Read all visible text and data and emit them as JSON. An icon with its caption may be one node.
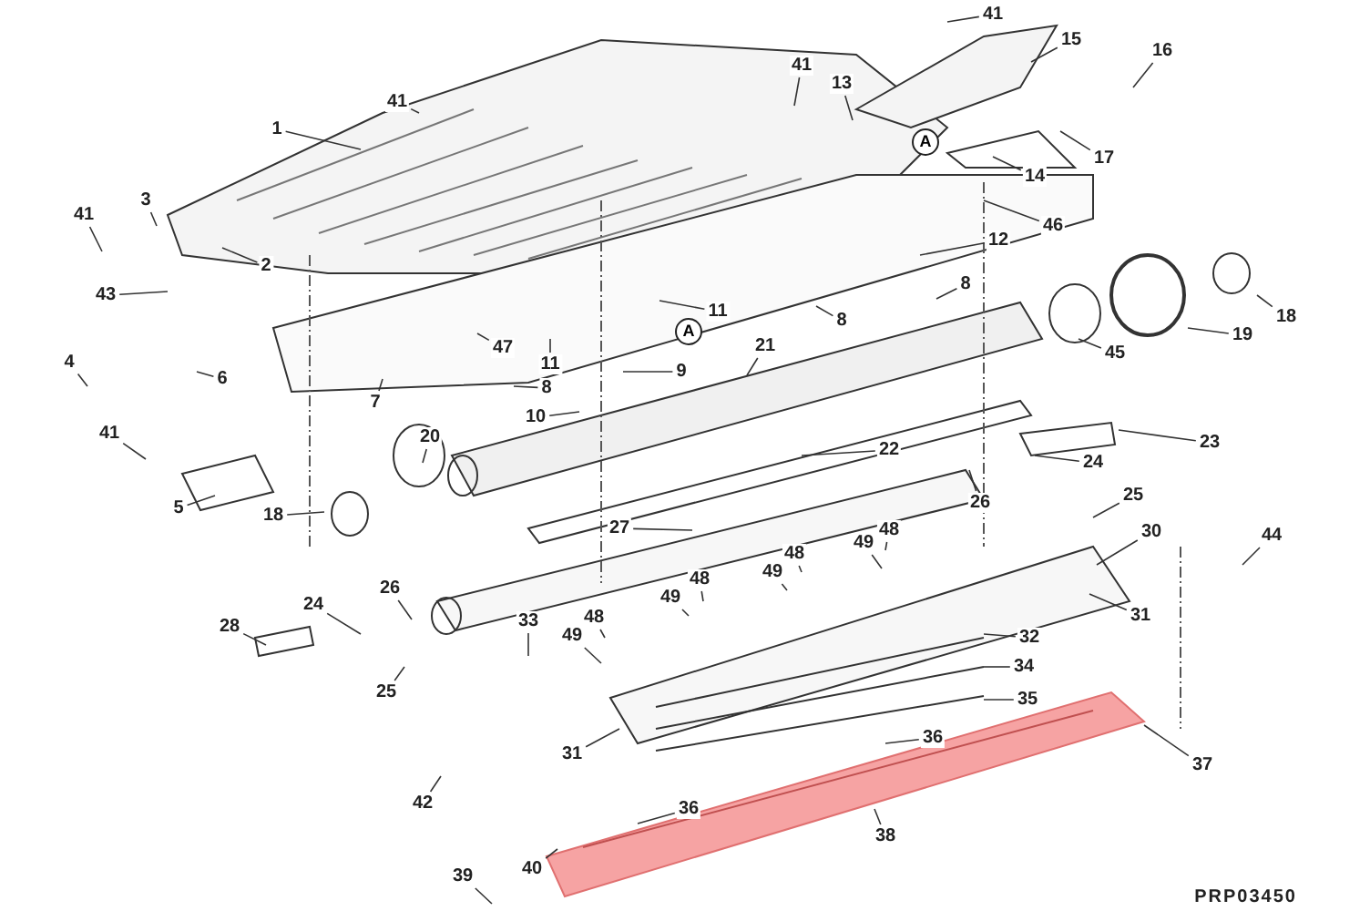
{
  "diagram": {
    "nodes": [
      {
        "text": [
          "41"
        ]
      },
      {
        "text": [
          "15"
        ]
      },
      {
        "text": [
          "16"
        ]
      },
      {
        "text": [
          "41"
        ]
      },
      {
        "text": [
          "13"
        ]
      },
      {
        "text": [
          "41"
        ]
      },
      {
        "text": [
          "1"
        ]
      },
      {
        "text": [
          "17"
        ]
      },
      {
        "text": [
          "14"
        ]
      },
      {
        "text": [
          "3"
        ]
      },
      {
        "text": [
          "41"
        ]
      },
      {
        "text": [
          "46"
        ]
      },
      {
        "text": [
          "2"
        ]
      },
      {
        "text": [
          "12"
        ]
      },
      {
        "text": [
          "43"
        ]
      },
      {
        "text": [
          "8"
        ]
      },
      {
        "text": [
          "11"
        ]
      },
      {
        "text": [
          "8"
        ]
      },
      {
        "text": [
          "18"
        ]
      },
      {
        "text": [
          "19"
        ]
      },
      {
        "text": [
          "45"
        ]
      },
      {
        "text": [
          "4"
        ]
      },
      {
        "text": [
          "11"
        ]
      },
      {
        "text": [
          "47"
        ]
      },
      {
        "text": [
          "21"
        ]
      },
      {
        "text": [
          "6"
        ]
      },
      {
        "text": [
          "9"
        ]
      },
      {
        "text": [
          "8"
        ]
      },
      {
        "text": [
          "7"
        ]
      },
      {
        "text": [
          "10"
        ]
      },
      {
        "text": [
          "41"
        ]
      },
      {
        "text": [
          "20"
        ]
      },
      {
        "text": [
          "22"
        ]
      },
      {
        "text": [
          "23"
        ]
      },
      {
        "text": [
          "24"
        ]
      },
      {
        "text": [
          "25"
        ]
      },
      {
        "text": [
          "26"
        ]
      },
      {
        "text": [
          "5"
        ]
      },
      {
        "text": [
          "18"
        ]
      },
      {
        "text": [
          "27"
        ]
      },
      {
        "text": [
          "48"
        ]
      },
      {
        "text": [
          "30"
        ]
      },
      {
        "text": [
          "44"
        ]
      },
      {
        "text": [
          "49"
        ]
      },
      {
        "text": [
          "48"
        ]
      },
      {
        "text": [
          "48"
        ]
      },
      {
        "text": [
          "49"
        ]
      },
      {
        "text": [
          "26"
        ]
      },
      {
        "text": [
          "49"
        ]
      },
      {
        "text": [
          "24"
        ]
      },
      {
        "text": [
          "31"
        ]
      },
      {
        "text": [
          "28"
        ]
      },
      {
        "text": [
          "33"
        ]
      },
      {
        "text": [
          "48"
        ]
      },
      {
        "text": [
          "49"
        ]
      },
      {
        "text": [
          "32"
        ]
      },
      {
        "text": [
          "34"
        ]
      },
      {
        "text": [
          "25"
        ]
      },
      {
        "text": [
          "35"
        ]
      },
      {
        "text": [
          "36"
        ]
      },
      {
        "text": [
          "31"
        ]
      },
      {
        "text": [
          "37"
        ]
      },
      {
        "text": [
          "42"
        ]
      },
      {
        "text": [
          "36"
        ]
      },
      {
        "text": [
          "38"
        ]
      },
      {
        "text": [
          "40"
        ]
      },
      {
        "text": [
          "39"
        ]
      }
    ],
    "edges": [
      {
        "from": 0,
        "to": null,
        "arrow": "none"
      },
      {
        "from": 1,
        "to": null,
        "arrow": "none"
      },
      {
        "from": 2,
        "to": null,
        "arrow": "none"
      },
      {
        "from": 3,
        "to": null,
        "arrow": "none"
      },
      {
        "from": 4,
        "to": null,
        "arrow": "none"
      },
      {
        "from": 5,
        "to": null,
        "arrow": "none"
      },
      {
        "from": 6,
        "to": null,
        "arrow": "none"
      },
      {
        "from": 7,
        "to": null,
        "arrow": "none"
      },
      {
        "from": 8,
        "to": null,
        "arrow": "none"
      },
      {
        "from": 9,
        "to": null,
        "arrow": "none"
      },
      {
        "from": 10,
        "to": null,
        "arrow": "none"
      },
      {
        "from": 11,
        "to": null,
        "arrow": "none"
      },
      {
        "from": 12,
        "to": null,
        "arrow": "none"
      },
      {
        "from": 13,
        "to": null,
        "arrow": "none"
      },
      {
        "from": 14,
        "to": null,
        "arrow": "none"
      },
      {
        "from": 15,
        "to": null,
        "arrow": "none"
      },
      {
        "from": 16,
        "to": null,
        "arrow": "none"
      },
      {
        "from": 17,
        "to": null,
        "arrow": "none"
      },
      {
        "from": 18,
        "to": null,
        "arrow": "none"
      },
      {
        "from": 19,
        "to": null,
        "arrow": "none"
      },
      {
        "from": 20,
        "to": null,
        "arrow": "none"
      },
      {
        "from": 21,
        "to": null,
        "arrow": "none"
      },
      {
        "from": 22,
        "to": null,
        "arrow": "none"
      },
      {
        "from": 23,
        "to": null,
        "arrow": "none"
      },
      {
        "from": 24,
        "to": null,
        "arrow": "none"
      },
      {
        "from": 25,
        "to": null,
        "arrow": "none"
      },
      {
        "from": 26,
        "to": null,
        "arrow": "none"
      },
      {
        "from": 27,
        "to": null,
        "arrow": "none"
      },
      {
        "from": 28,
        "to": null,
        "arrow": "none"
      },
      {
        "from": 29,
        "to": null,
        "arrow": "none"
      },
      {
        "from": 30,
        "to": null,
        "arrow": "none"
      },
      {
        "from": 31,
        "to": null,
        "arrow": "none"
      },
      {
        "from": 32,
        "to": null,
        "arrow": "none"
      },
      {
        "from": 33,
        "to": null,
        "arrow": "none"
      },
      {
        "from": 34,
        "to": null,
        "arrow": "none"
      },
      {
        "from": 35,
        "to": null,
        "arrow": "none"
      },
      {
        "from": 36,
        "to": null,
        "arrow": "none"
      },
      {
        "from": 37,
        "to": null,
        "arrow": "none"
      },
      {
        "from": 38,
        "to": null,
        "arrow": "none"
      },
      {
        "from": 39,
        "to": null,
        "arrow": "none"
      },
      {
        "from": 40,
        "to": null,
        "arrow": "none"
      },
      {
        "from": 41,
        "to": null,
        "arrow": "none"
      },
      {
        "from": 42,
        "to": null,
        "arrow": "none"
      },
      {
        "from": 43,
        "to": null,
        "arrow": "none"
      },
      {
        "from": 44,
        "to": null,
        "arrow": "none"
      },
      {
        "from": 45,
        "to": null,
        "arrow": "none"
      },
      {
        "from": 46,
        "to": null,
        "arrow": "none"
      },
      {
        "from": 47,
        "to": null,
        "arrow": "none"
      },
      {
        "from": 48,
        "to": null,
        "arrow": "none"
      },
      {
        "from": 49,
        "to": null,
        "arrow": "none"
      },
      {
        "from": 50,
        "to": null,
        "arrow": "none"
      },
      {
        "from": 51,
        "to": null,
        "arrow": "none"
      },
      {
        "from": 52,
        "to": null,
        "arrow": "none"
      },
      {
        "from": 53,
        "to": null,
        "arrow": "none"
      },
      {
        "from": 54,
        "to": null,
        "arrow": "none"
      },
      {
        "from": 55,
        "to": null,
        "arrow": "none"
      },
      {
        "from": 56,
        "to": null,
        "arrow": "none"
      },
      {
        "from": 57,
        "to": null,
        "arrow": "none"
      },
      {
        "from": 58,
        "to": null,
        "arrow": "none"
      },
      {
        "from": 59,
        "to": null,
        "arrow": "none"
      },
      {
        "from": 60,
        "to": null,
        "arrow": "none"
      },
      {
        "from": 61,
        "to": null,
        "arrow": "none"
      },
      {
        "from": 62,
        "to": null,
        "arrow": "none"
      },
      {
        "from": 63,
        "to": null,
        "arrow": "none"
      },
      {
        "from": 64,
        "to": null,
        "arrow": "none"
      },
      {
        "from": 65,
        "to": null,
        "arrow": "none"
      },
      {
        "from": 66,
        "to": null,
        "arrow": "none"
      }
    ],
    "labels": [
      "A",
      "A",
      "PRP03450"
    ]
  }
}
